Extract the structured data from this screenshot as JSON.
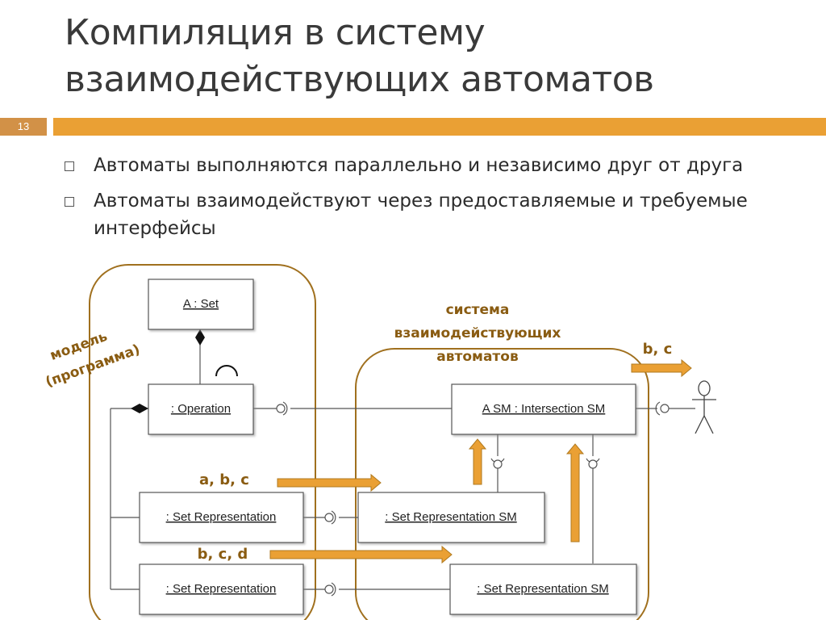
{
  "slide": {
    "title_line1": "Компиляция в систему",
    "title_line2": "взаимодействующих автоматов",
    "page_number": "13"
  },
  "bullets": [
    "Автоматы выполняются параллельно и независимо друг от друга",
    "Автоматы взаимодействуют через предоставляемые и требуемые интерфейсы"
  ],
  "diagram": {
    "model_label_line1": "модель",
    "model_label_line2": "(программа)",
    "system_label_line1": "система",
    "system_label_line2": "взаимодействующих",
    "system_label_line3": "автоматов",
    "boxes": {
      "a_set": "A : Set",
      "operation": ": Operation",
      "set_repr_1": ": Set Representation",
      "set_repr_2": ": Set Representation",
      "a_sm": "A SM : Intersection SM",
      "set_repr_sm_1": ": Set Representation SM",
      "set_repr_sm_2": ": Set Representation SM"
    },
    "arrow_labels": {
      "abc": "a, b, c",
      "bcd": "b, c, d",
      "bc": "b, c"
    },
    "colors": {
      "frame": "#a0701e",
      "arrow_fill": "#eaa034",
      "arrow_stroke": "#b07a1f",
      "label": "#8a5c12"
    }
  }
}
